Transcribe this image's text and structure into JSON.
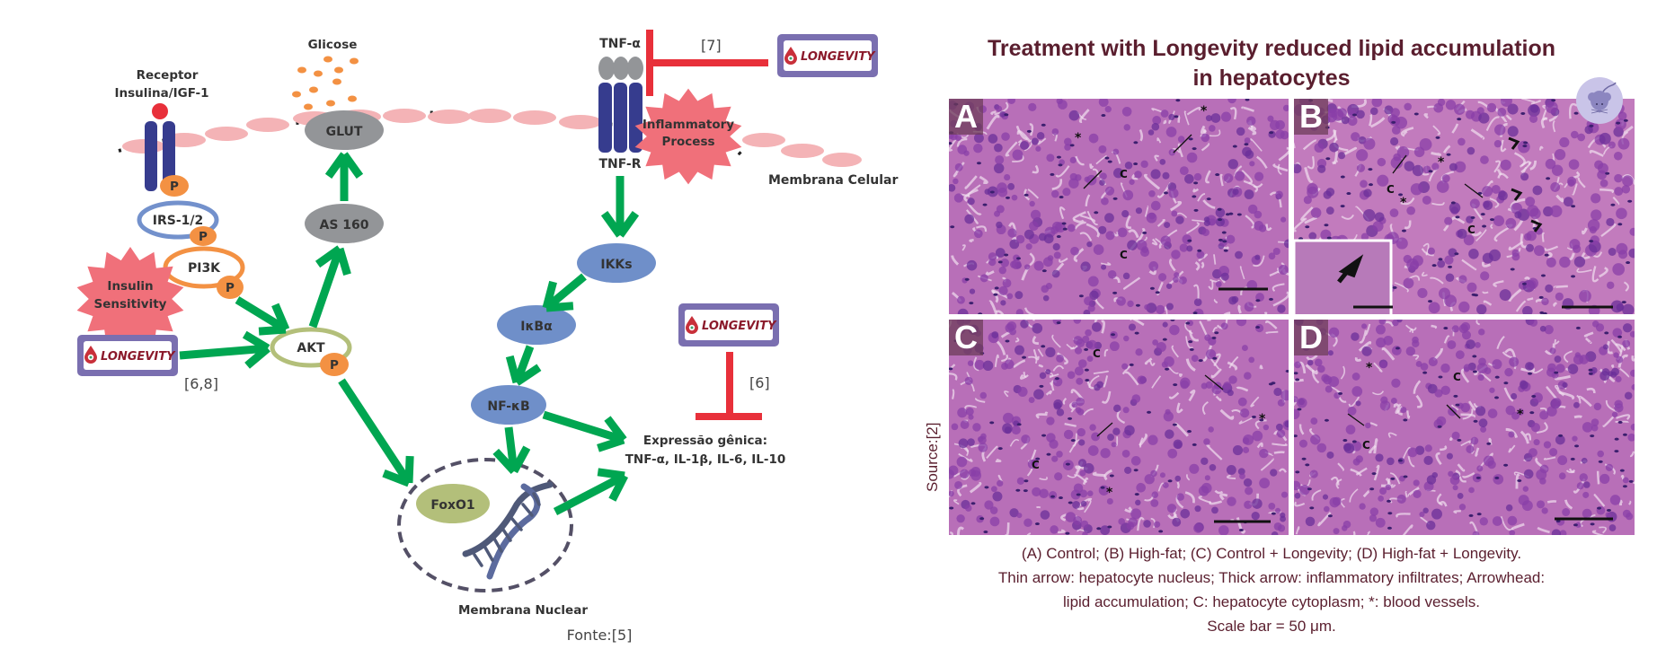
{
  "diagram": {
    "labels": {
      "receptor_line1": "Receptor",
      "receptor_line2": "Insulina/IGF-1",
      "glucose": "Glicose",
      "glut": "GLUT",
      "as160": "AS 160",
      "irs": "IRS-1/2",
      "pi3k": "PI3K",
      "akt": "AKT",
      "phospho": "P",
      "insulin_line1": "Insulin",
      "insulin_line2": "Sensitivity",
      "tnf_alpha": "TNF-α",
      "tnf_r": "TNF-R",
      "inflammatory_line1": "Inflammatory",
      "inflammatory_line2": "Process",
      "cell_membrane": "Membrana Celular",
      "ikks": "IKKs",
      "ikba": "IκBα",
      "nfkb": "NF-κB",
      "foxo1": "FoxO1",
      "nuclear_membrane": "Membrana Nuclear",
      "gene_expr_line1": "Expressão gênica:",
      "gene_expr_line2": "TNF-α, IL-1β, IL-6, IL-10",
      "source": "Fonte:[5]"
    },
    "references": {
      "tnf_inhibition": "[7]",
      "akt_activation": "[6,8]",
      "gene_inhibition": "[6]"
    },
    "logo_text": "LONGEVITY",
    "colors": {
      "arrow_green": "#00a651",
      "inhibit_red": "#e8303a",
      "logo_border": "#7a6fb0",
      "starburst": "#f0707a",
      "blue_node": "#6f8fc9",
      "grey_node": "#939598",
      "olive_node": "#b3bf7a",
      "phospho_orange": "#f39143",
      "receptor_navy": "#363c8e"
    }
  },
  "histology": {
    "title_line1": "Treatment with Longevity reduced lipid accumulation",
    "title_line2": "in hepatocytes",
    "panels": [
      {
        "letter": "A",
        "group": "Control"
      },
      {
        "letter": "B",
        "group": "High-fat"
      },
      {
        "letter": "C",
        "group": "Control + Longevity"
      },
      {
        "letter": "D",
        "group": "High-fat + Longevity"
      }
    ],
    "caption_lines": [
      "(A) Control; (B) High-fat; (C) Control + Longevity; (D) High-fat + Longevity.",
      "Thin arrow: hepatocyte nucleus; Thick arrow: inflammatory infiltrates; Arrowhead:",
      "lipid accumulation; C: hepatocyte cytoplasm; *: blood vessels.",
      "Scale bar = 50 μm."
    ],
    "source": "Source:[2]",
    "marker_c": "C",
    "marker_star": "*"
  }
}
